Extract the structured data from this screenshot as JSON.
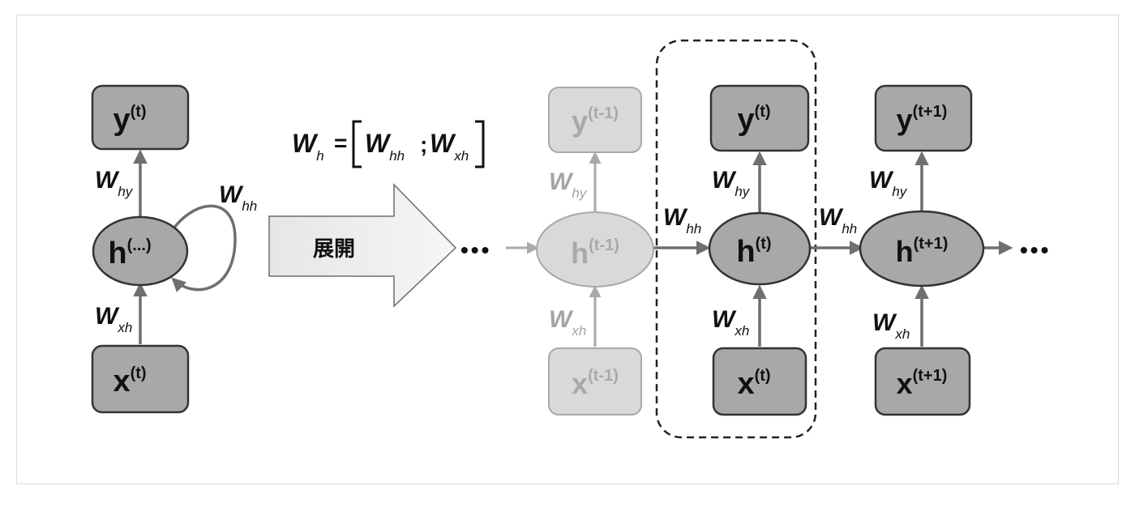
{
  "left_model": {
    "output": {
      "base": "y",
      "sup": "(t)"
    },
    "hidden": {
      "base": "h",
      "sup": "(...)"
    },
    "input": {
      "base": "x",
      "sup": "(t)"
    },
    "w_hy": {
      "base": "W",
      "sub": "hy"
    },
    "w_xh": {
      "base": "W",
      "sub": "xh"
    },
    "w_hh": {
      "base": "W",
      "sub": "hh"
    }
  },
  "formula": {
    "lhs": {
      "base": "W",
      "sub": "h"
    },
    "equals": "=",
    "term1": {
      "base": "W",
      "sub": "hh"
    },
    "separator": ";",
    "term2": {
      "base": "W",
      "sub": "xh"
    }
  },
  "unfold_arrow": {
    "label": "展開"
  },
  "ellipsis": "•••",
  "unrolled": {
    "prev": {
      "output": {
        "base": "y",
        "sup": "(t-1)"
      },
      "hidden": {
        "base": "h",
        "sup": "(t-1)"
      },
      "input": {
        "base": "x",
        "sup": "(t-1)"
      },
      "w_hy": {
        "base": "W",
        "sub": "hy"
      },
      "w_xh": {
        "base": "W",
        "sub": "xh"
      }
    },
    "curr": {
      "output": {
        "base": "y",
        "sup": "(t)"
      },
      "hidden": {
        "base": "h",
        "sup": "(t)"
      },
      "input": {
        "base": "x",
        "sup": "(t)"
      },
      "w_hy": {
        "base": "W",
        "sub": "hy"
      },
      "w_xh": {
        "base": "W",
        "sub": "xh"
      }
    },
    "next": {
      "output": {
        "base": "y",
        "sup": "(t+1)"
      },
      "hidden": {
        "base": "h",
        "sup": "(t+1)"
      },
      "input": {
        "base": "x",
        "sup": "(t+1)"
      },
      "w_hy": {
        "base": "W",
        "sub": "hy"
      },
      "w_xh": {
        "base": "W",
        "sub": "xh"
      }
    },
    "w_hh_1": {
      "base": "W",
      "sub": "hh"
    },
    "w_hh_2": {
      "base": "W",
      "sub": "hh"
    }
  },
  "colors": {
    "node_fill": "#a8a8a8",
    "node_fill_faded": "#d9d9d9",
    "stroke": "#333333",
    "arrow": "#6f6f6f",
    "arrow_faded": "#a9a9a9"
  }
}
